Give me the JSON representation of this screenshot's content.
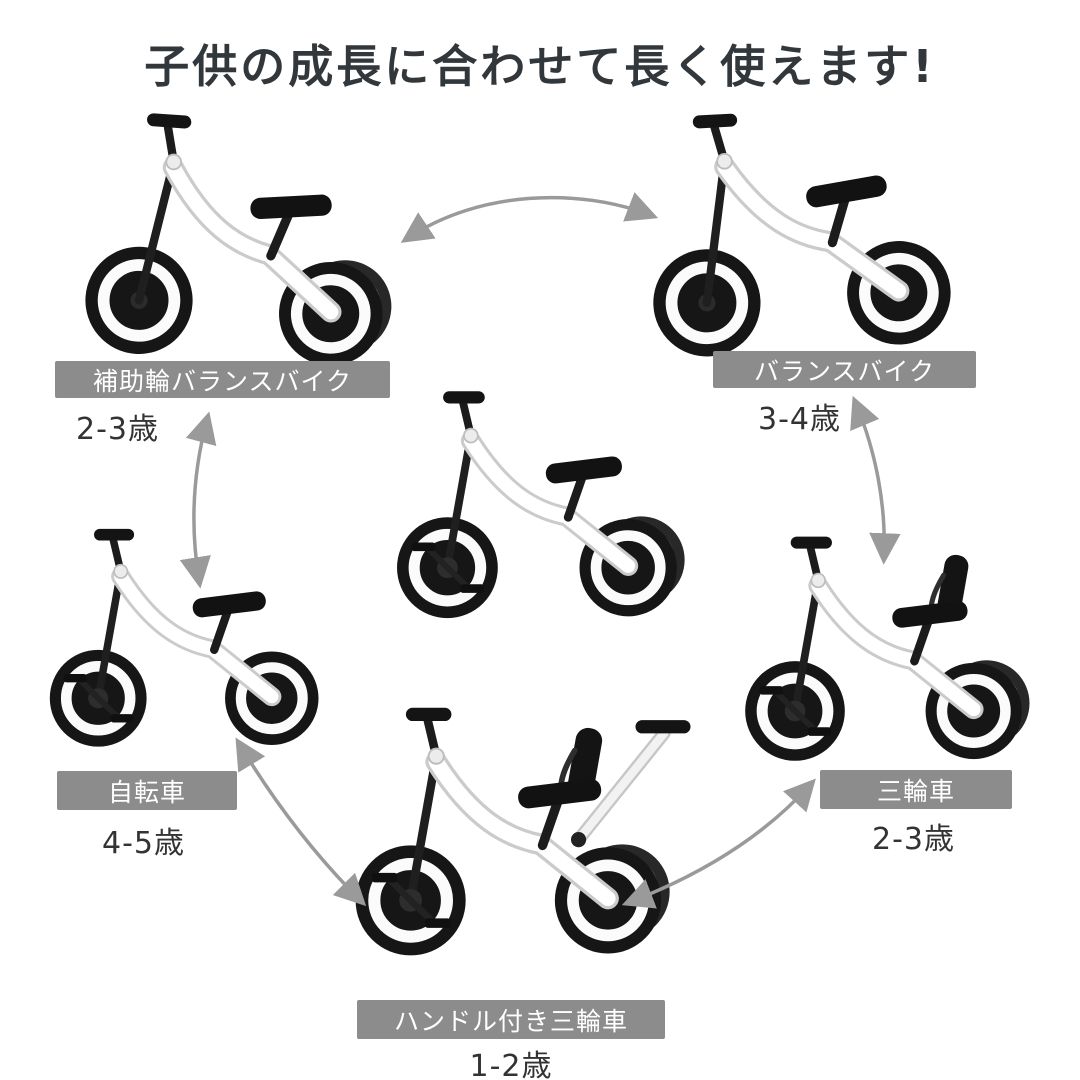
{
  "title": {
    "text": "子供の成長に合わせて長く使えます!"
  },
  "colors": {
    "badge": "#8c8c8c",
    "title": "#32373c",
    "arrow": "#9a9a9a",
    "age_text": "#333333"
  },
  "stages": [
    {
      "label": "補助輪バランスバイク",
      "age": "2-3歳"
    },
    {
      "label": "バランスバイク",
      "age": "3-4歳"
    },
    {
      "label": "自転車",
      "age": "4-5歳"
    },
    {
      "label": "三輪車",
      "age": "2-3歳"
    },
    {
      "label": "ハンドル付き三輪車",
      "age": "1-2歳"
    }
  ],
  "figures": {
    "top_left": {
      "name": "training-wheel-balance-bike",
      "pedals": false,
      "rear_double": true,
      "backrest": false,
      "push_handle": false
    },
    "top_right": {
      "name": "balance-bike",
      "pedals": false,
      "rear_double": false,
      "backrest": false,
      "push_handle": false
    },
    "center": {
      "name": "tricycle-main",
      "pedals": true,
      "rear_double": true,
      "backrest": false,
      "push_handle": false
    },
    "left": {
      "name": "bicycle",
      "pedals": true,
      "rear_double": false,
      "backrest": false,
      "push_handle": false
    },
    "right": {
      "name": "tricycle-with-backrest",
      "pedals": true,
      "rear_double": true,
      "backrest": true,
      "push_handle": false
    },
    "bottom": {
      "name": "push-handle-tricycle",
      "pedals": true,
      "rear_double": true,
      "backrest": true,
      "push_handle": true
    }
  }
}
